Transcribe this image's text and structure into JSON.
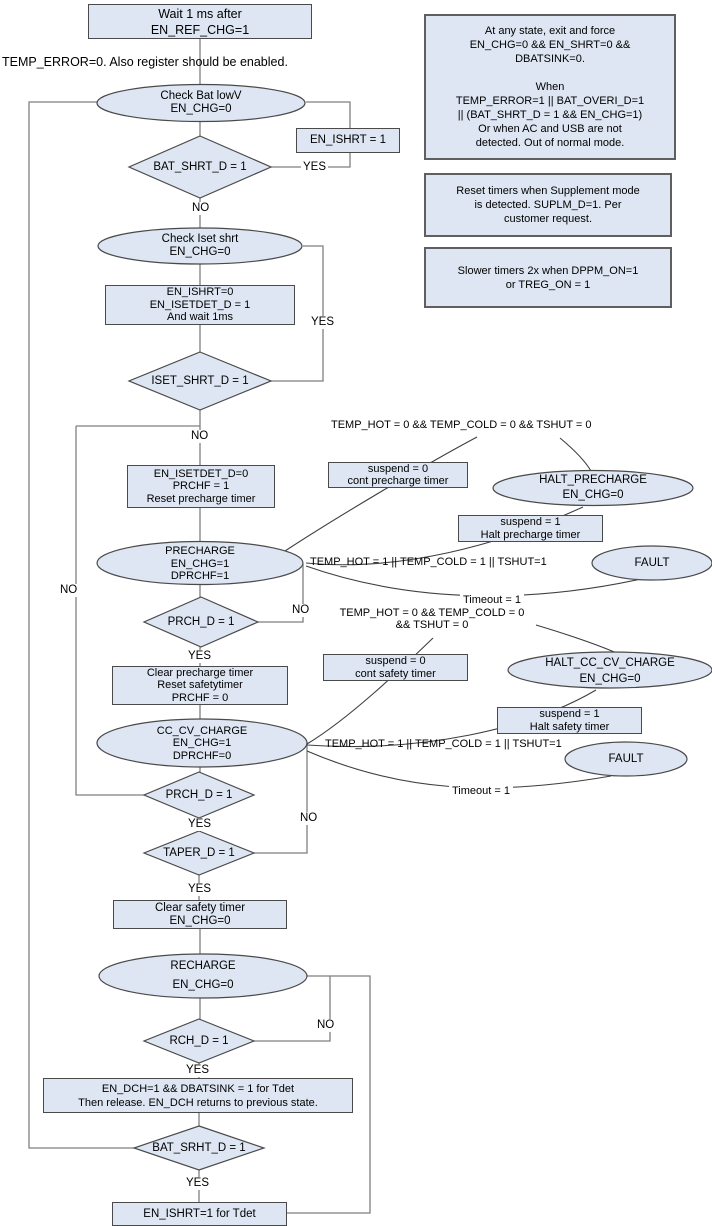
{
  "flow": {
    "wait_box": [
      "Wait 1 ms after",
      "EN_REF_CHG=1"
    ],
    "register_note": "TEMP_ERROR=0. Also register should be enabled.",
    "check_bat_lowv": [
      "Check Bat lowV",
      "EN_CHG=0"
    ],
    "bat_shrt_d": "BAT_SHRT_D = 1",
    "en_ishrt": "EN_ISHRT = 1",
    "check_iset_shrt": [
      "Check Iset shrt",
      "EN_CHG=0"
    ],
    "iset_prep": [
      "EN_ISHRT=0",
      "EN_ISETDET_D = 1",
      "And wait 1ms"
    ],
    "iset_shrt_d": "ISET_SHRT_D = 1",
    "precharge_prep": [
      "EN_ISETDET_D=0",
      "PRCHF = 1",
      "Reset precharge timer"
    ],
    "precharge": [
      "PRECHARGE",
      "EN_CHG=1",
      "DPRCHF=1"
    ],
    "prch_d1": "PRCH_D = 1",
    "clear_precharge": [
      "Clear precharge timer",
      "Reset safetytimer",
      "PRCHF = 0"
    ],
    "cc_cv_charge": [
      "CC_CV_CHARGE",
      "EN_CHG=1",
      "DPRCHF=0"
    ],
    "prch_d2": "PRCH_D = 1",
    "taper_d": "TAPER_D = 1",
    "clear_safety": [
      "Clear safety timer",
      "EN_CHG=0"
    ],
    "recharge": [
      "RECHARGE",
      "EN_CHG=0"
    ],
    "rch_d": "RCH_D = 1",
    "dch_box": [
      "EN_DCH=1 && DBATSINK = 1 for Tdet",
      "Then release. EN_DCH returns to previous state."
    ],
    "bat_srht_d": "BAT_SRHT_D = 1",
    "en_ishrt_tdet": "EN_ISHRT=1 for Tdet"
  },
  "sp": {
    "resume_cond": "TEMP_HOT = 0 && TEMP_COLD = 0 && TSHUT = 0",
    "cont_box": [
      "suspend = 0",
      "cont precharge timer"
    ],
    "halt_state": [
      "HALT_PRECHARGE",
      "EN_CHG=0"
    ],
    "halt_box": [
      "suspend = 1",
      "Halt precharge timer"
    ],
    "suspend_cond": "TEMP_HOT = 1 || TEMP_COLD = 1 || TSHUT=1",
    "fault": "FAULT",
    "timeout": "Timeout = 1"
  },
  "ss": {
    "resume_cond": [
      "TEMP_HOT = 0 && TEMP_COLD = 0",
      "&& TSHUT = 0"
    ],
    "cont_box": [
      "suspend = 0",
      "cont safety timer"
    ],
    "halt_state": [
      "HALT_CC_CV_CHARGE",
      "EN_CHG=0"
    ],
    "halt_box": [
      "suspend = 1",
      "Halt safety timer"
    ],
    "suspend_cond": "TEMP_HOT = 1 || TEMP_COLD = 1 || TSHUT=1",
    "fault": "FAULT",
    "timeout": "Timeout = 1"
  },
  "notes": {
    "exit_note": [
      "At any state, exit and force",
      "EN_CHG=0 && EN_SHRT=0 &&",
      "DBATSINK=0.",
      "",
      "When",
      "TEMP_ERROR=1 || BAT_OVERI_D=1",
      "|| (BAT_SHRT_D = 1 && EN_CHG=1)",
      "Or when AC and USB are not",
      "detected. Out of normal mode."
    ],
    "reset_note": [
      "Reset timers when Supplement mode",
      "is detected. SUPLM_D=1. Per",
      "customer request."
    ],
    "slower_note": [
      "Slower timers 2x when DPPM_ON=1",
      "or TREG_ON = 1"
    ]
  },
  "labels": {
    "yes": "YES",
    "no": "NO"
  },
  "colors": {
    "shape_fill": "#dde6f2",
    "shape_border": "#4a4a4a",
    "connector": "#7f7f7f",
    "curve": "#3f3f3f"
  }
}
